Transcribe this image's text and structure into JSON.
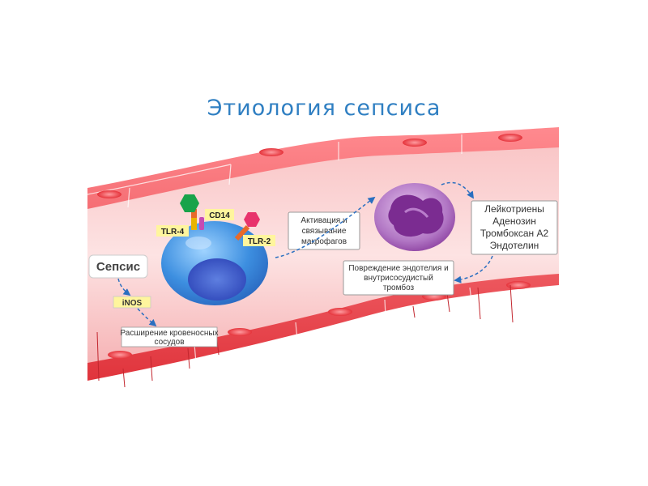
{
  "title": "Этиология сепсиса",
  "receptors": {
    "tlr4": "TLR-4",
    "cd14": "CD14",
    "tlr2": "TLR-2"
  },
  "sepsis_label": "Сепсис",
  "inos_label": "iNOS",
  "vasodilation": [
    "Расширение кровеносных",
    "сосудов"
  ],
  "activation": [
    "Активация и",
    "связывание",
    "макрофагов"
  ],
  "mediators": [
    "Лейкотриены",
    "Аденозин",
    "Тромбоксан А2",
    "Эндотелин"
  ],
  "damage": [
    "Повреждение эндотелия и",
    "внутрисосудистый",
    "тромбоз"
  ],
  "colors": {
    "title": "#2f7fc2",
    "vessel": "#f7aeb0",
    "vessel_wall": "#e8484f",
    "macrophage": "#3d8fe0",
    "neutrophil": "#8b3f9f",
    "tlr4_ligand": "#19a34a",
    "tlr2_ligand": "#e8336c",
    "inos_box": "#fff59d"
  }
}
